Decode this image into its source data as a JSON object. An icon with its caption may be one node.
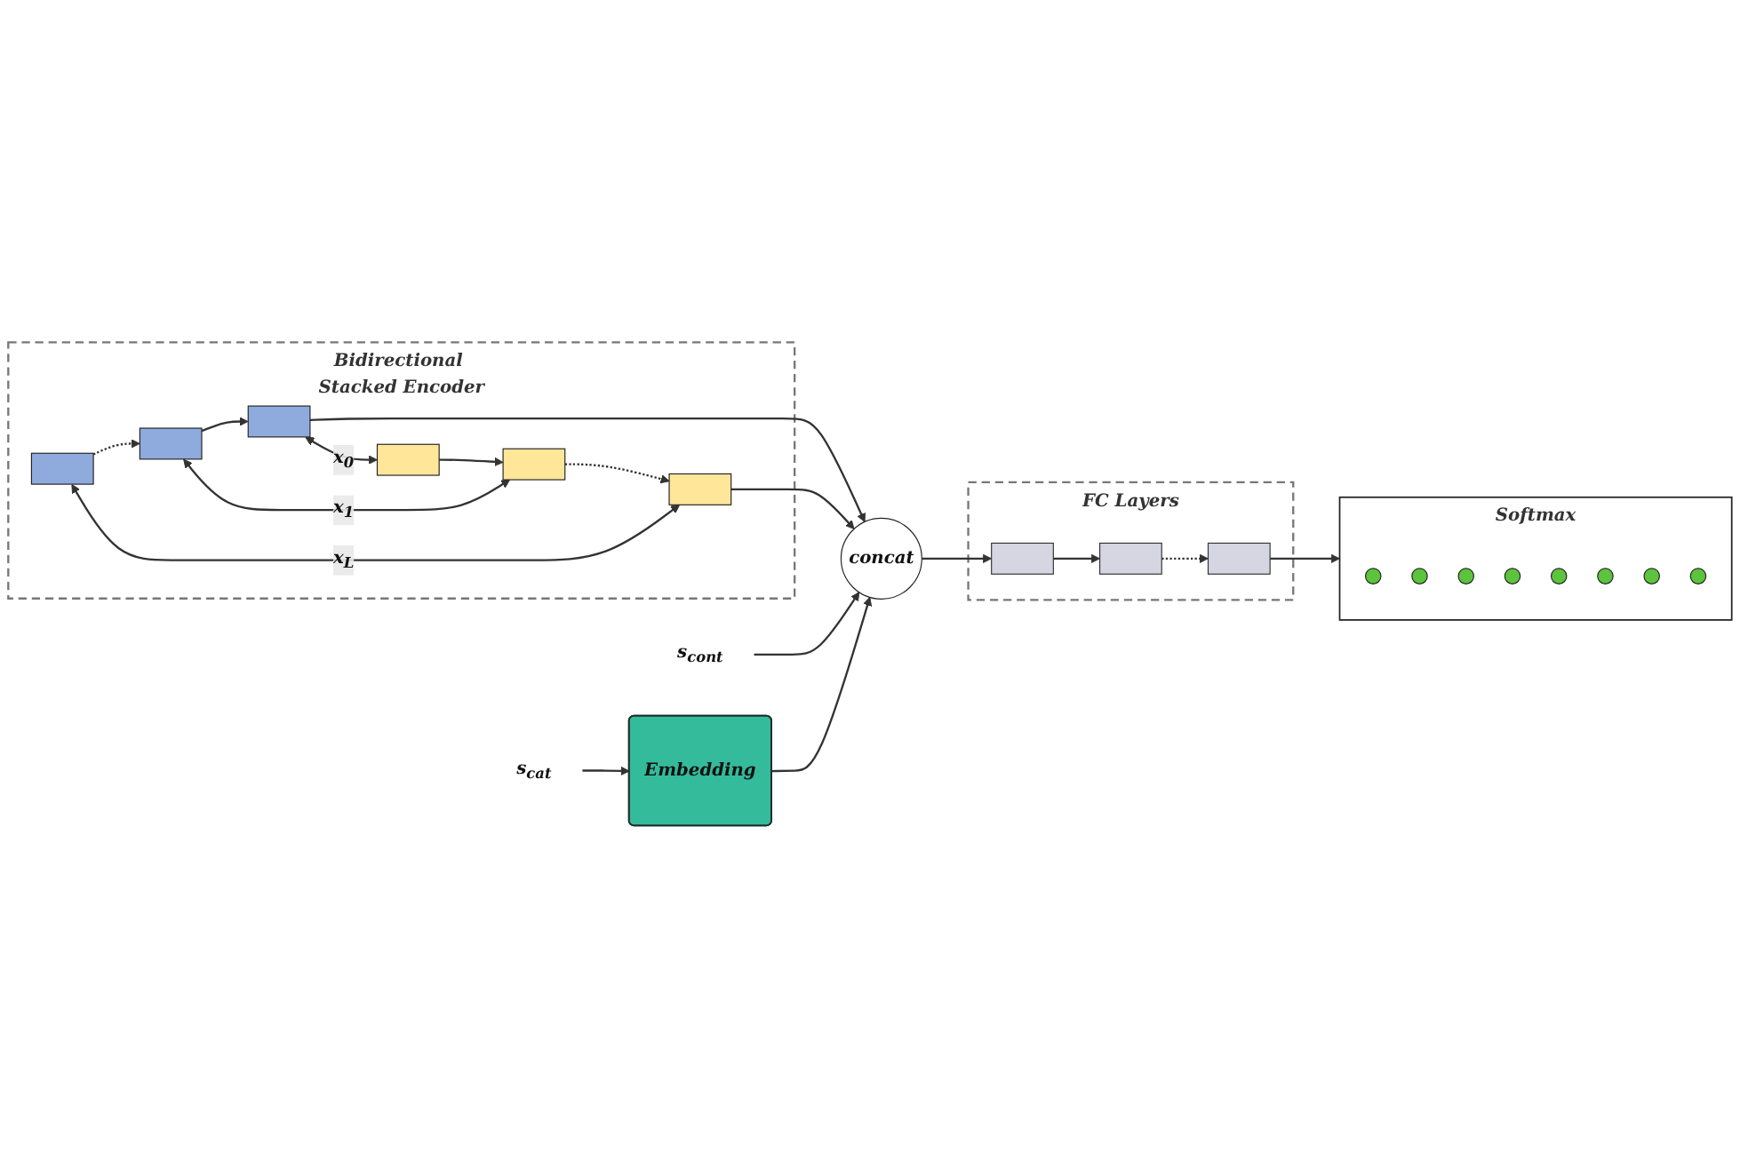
{
  "diagram": {
    "nodes": [
      {
        "text": [
          "s$_{cont}$"
        ]
      },
      {
        "text": [
          "Embedding"
        ]
      },
      {
        "text": [
          "s$_{cat}$"
        ]
      },
      {
        "text": [
          "Bidirectional Stacked Encoder"
        ]
      },
      {
        "text": [],
        "shape": "box",
        "in": 3
      },
      {
        "text": [],
        "shape": "box",
        "in": 3
      },
      {
        "text": [],
        "shape": "box",
        "in": 3
      },
      {
        "text": [],
        "shape": "box",
        "in": 3
      },
      {
        "text": [],
        "shape": "box",
        "in": 3
      },
      {
        "text": [],
        "shape": "box",
        "in": 3
      },
      {
        "text": [
          "concat"
        ]
      },
      {
        "text": [
          "FC Layers"
        ]
      },
      {
        "text": [],
        "shape": "bar",
        "in": 11
      },
      {
        "text": [],
        "shape": "bar",
        "in": 11
      },
      {
        "text": [],
        "shape": "bar",
        "in": 11
      },
      {
        "text": [
          "Softmax"
        ]
      },
      {
        "text": [],
        "shape": "circle",
        "in": 15
      },
      {
        "text": [],
        "shape": "circle",
        "in": 15
      },
      {
        "text": [],
        "shape": "circle",
        "in": 15
      },
      {
        "text": [],
        "shape": "circle",
        "in": 15
      },
      {
        "text": [],
        "shape": "circle",
        "in": 15
      },
      {
        "text": [],
        "shape": "circle",
        "in": 15
      },
      {
        "text": [],
        "shape": "circle",
        "in": 15
      },
      {
        "text": [],
        "shape": "circle",
        "in": 15
      }
    ],
    "edges": [
      {
        "from": 0,
        "to": 10,
        "arrow": "to"
      },
      {
        "from": 2,
        "to": 1,
        "arrow": "to"
      },
      {
        "from": 1,
        "to": 10,
        "arrow": "to"
      },
      {
        "from": 4,
        "to": 10,
        "arrow": "to"
      },
      {
        "from": 5,
        "to": 4,
        "arrow": "to"
      },
      {
        "from": 6,
        "to": 5,
        "arrow": "to",
        "style": "dashed"
      },
      {
        "from": 4,
        "to": 7,
        "arrow": "both",
        "label": "x$_{0}$"
      },
      {
        "from": 5,
        "to": 8,
        "arrow": "both",
        "label": "x$_{1}$"
      },
      {
        "from": 6,
        "to": 9,
        "arrow": "both",
        "label": "x$_{L}$"
      },
      {
        "from": 7,
        "to": 8,
        "arrow": "to"
      },
      {
        "from": 8,
        "to": 9,
        "arrow": "to",
        "style": "dashed"
      },
      {
        "from": 9,
        "to": 10,
        "arrow": "to"
      },
      {
        "from": 10,
        "to": 12,
        "arrow": "to"
      },
      {
        "from": 12,
        "to": 13,
        "arrow": "to"
      },
      {
        "from": 13,
        "to": 14,
        "arrow": "to",
        "style": "dashed"
      },
      {
        "from": 14,
        "to": 15,
        "arrow": "to"
      }
    ]
  }
}
